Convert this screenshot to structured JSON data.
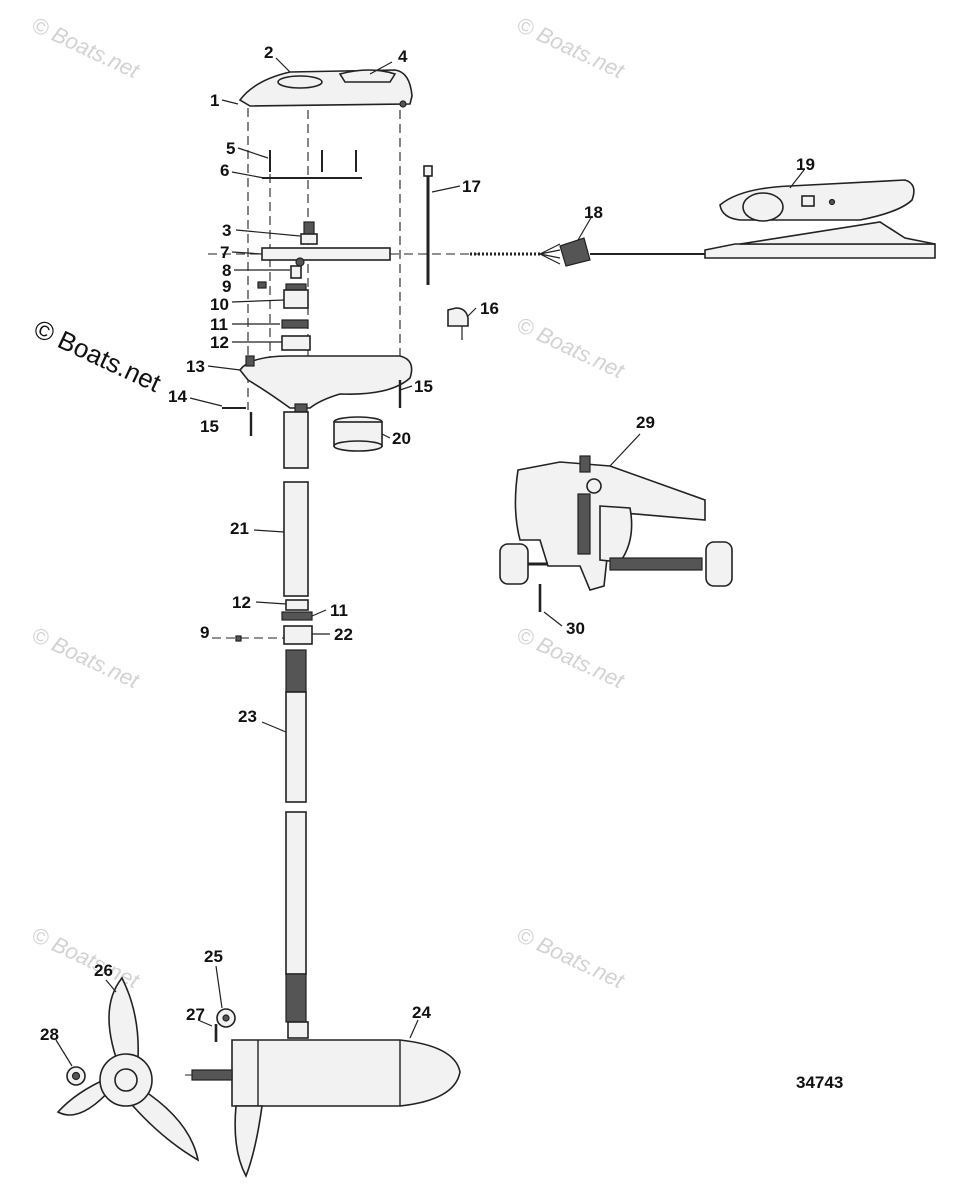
{
  "watermark": {
    "text": "© Boats.net",
    "color": "#d2d2d2"
  },
  "labels": {
    "p1": "1",
    "p2": "2",
    "p3": "3",
    "p4": "4",
    "p5": "5",
    "p6": "6",
    "p7": "7",
    "p8": "8",
    "p9a": "9",
    "p9b": "9",
    "p10": "10",
    "p11a": "11",
    "p11b": "11",
    "p12a": "12",
    "p12b": "12",
    "p13": "13",
    "p14": "14",
    "p15a": "15",
    "p15b": "15",
    "p16": "16",
    "p17": "17",
    "p18": "18",
    "p19": "19",
    "p20": "20",
    "p21": "21",
    "p22": "22",
    "p23": "23",
    "p24": "24",
    "p25": "25",
    "p26": "26",
    "p27": "27",
    "p28": "28",
    "p29": "29",
    "p30": "30"
  },
  "diagram_number": "34743"
}
